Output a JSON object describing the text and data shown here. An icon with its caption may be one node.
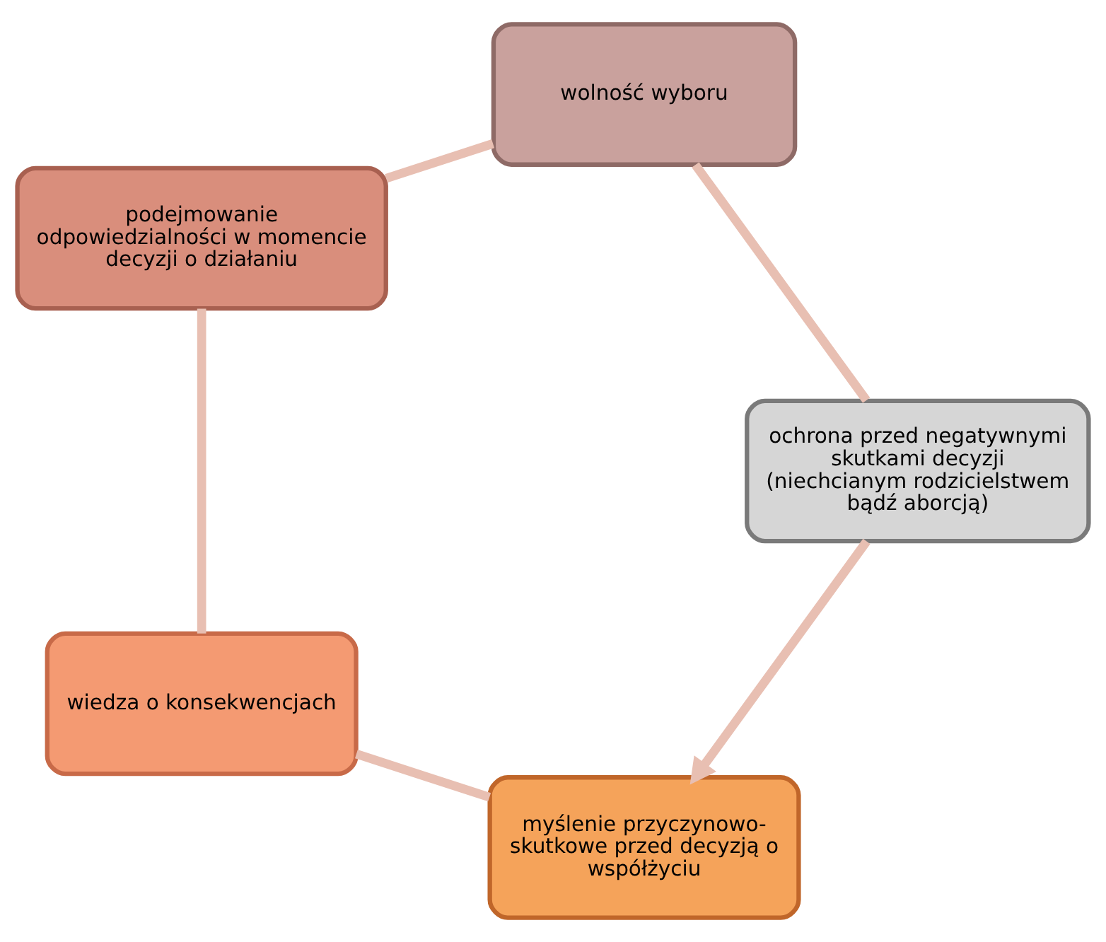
{
  "diagram": {
    "nodes": [
      {
        "text": [
          "myślenie przyczynowo-skutkowe przed decyzją o współżyciu"
        ]
      },
      {
        "text": [
          "wiedza o konsekwencjach"
        ]
      },
      {
        "text": [
          "podejmowanie odpowiedzialności w momencie decyzji o działaniu"
        ]
      },
      {
        "text": [
          "wolność wyboru"
        ]
      },
      {
        "text": [
          "ochrona przed negatywnymi skutkami decyzji (niechcianym rodzicielstwem bądź aborcją)"
        ]
      }
    ],
    "edges": [
      {
        "from": 0,
        "to": 1,
        "arrow": "none"
      },
      {
        "from": 1,
        "to": 2,
        "arrow": "none"
      },
      {
        "from": 2,
        "to": 3,
        "arrow": "none"
      },
      {
        "from": 3,
        "to": 4,
        "arrow": "none"
      },
      {
        "from": 4,
        "to": 0,
        "arrow": "to"
      }
    ]
  }
}
